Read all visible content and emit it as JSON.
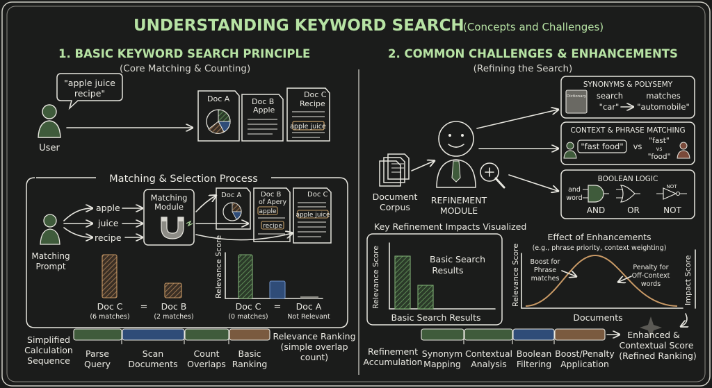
{
  "title": "UNDERSTANDING KEYWORD SEARCH",
  "title_sub": "(Concepts and Challenges)",
  "left": {
    "heading": "1. BASIC KEYWORD SEARCH PRINCIPLE",
    "subheading": "(Core Matching & Counting)",
    "user_label": "User",
    "query_line1": "\"apple juice",
    "query_line2": "recipe\"",
    "doc_a": "Doc A",
    "doc_b": "Doc B",
    "doc_b_sub": "Apple",
    "doc_c": "Doc C",
    "doc_c_sub": "Recipe",
    "doc_c_highlight": "apple juice",
    "process_title": "Matching & Selection Process",
    "tokens": [
      "apple",
      "juice",
      "recipe"
    ],
    "prompt_line1": "Matching",
    "prompt_line2": "Prompt",
    "module_line1": "Matching",
    "module_line2": "Module",
    "mini_doc_a": "Doc A",
    "mini_doc_b": "Doc B",
    "mini_doc_b_sub": "of Apery",
    "mini_doc_b_tag1": "apple",
    "mini_doc_b_tag2": "recipe",
    "mini_doc_c": "Doc C",
    "mini_doc_c_tag": "apple juice",
    "compare1_left": "Doc C",
    "compare1_left_sub": "(6 matches)",
    "compare1_right": "Doc B",
    "compare1_right_sub": "(2 matches)",
    "equals": "=",
    "relevance_axis": "Relevance Score",
    "compare2_left": "Doc C",
    "compare2_left_sub": "(0 matches)",
    "compare2_right": "Doc A",
    "compare2_right_sub": "Not Relevant",
    "seq_label_line1": "Simplified",
    "seq_label_line2": "Calculation",
    "seq_label_line3": "Sequence",
    "steps": [
      {
        "line1": "Parse",
        "line2": "Query",
        "color": "#3f5b3b"
      },
      {
        "line1": "Scan",
        "line2": "Documents",
        "color": "#2f4c78"
      },
      {
        "line1": "Count",
        "line2": "Overlaps",
        "color": "#3f5b3b"
      },
      {
        "line1": "Basic",
        "line2": "Ranking",
        "color": "#7a5a3f"
      }
    ],
    "ranking_line1": "Relevance Ranking",
    "ranking_line2": "(simple overlap",
    "ranking_line3": "count)"
  },
  "right": {
    "heading": "2. COMMON CHALLENGES & ENHANCEMENTS",
    "subheading": "(Refining the Search)",
    "corpus_line1": "Document",
    "corpus_line2": "Corpus",
    "module_line1": "REFINEMENT",
    "module_line2": "MODULE",
    "syn_title": "SYNONYMS & POLYSEMY",
    "syn_book": "Dictionary",
    "syn_search": "search",
    "syn_car": "\"car\"",
    "syn_matches": "matches",
    "syn_auto": "\"automobile\"",
    "ctx_title": "CONTEXT & PHRASE MATCHING",
    "ctx_phrase": "\"fast food\"",
    "ctx_vs": "vs",
    "ctx_fast": "\"fast\"",
    "ctx_vs2": "vs",
    "ctx_food": "\"food\"",
    "bool_title": "BOOLEAN LOGIC",
    "bool_and_word": "and",
    "bool_word": "word",
    "bool_not_small": "NOT",
    "bool_gates": [
      "AND",
      "OR",
      "NOT"
    ],
    "impacts_title": "Key Refinement Impacts Visualized",
    "basic_axis": "Relevance Score",
    "basic_title_line1": "Basic Search",
    "basic_title_line2": "Results",
    "basic_xlabel": "Basic Search Results",
    "eff_title": "Effect of Enhancements",
    "eff_sub": "(e.g., phrase priority, context weighting)",
    "eff_yaxis": "Relevance Score",
    "eff_boost_line1": "Boost for",
    "eff_boost_line2": "Phrase",
    "eff_boost_line3": "matches",
    "eff_penalty_line1": "Penalty for",
    "eff_penalty_line2": "Off-Context",
    "eff_penalty_line3": "words",
    "eff_xaxis": "Documents",
    "eff_right_axis": "Impact Score",
    "acc_label_line1": "Refinement",
    "acc_label_line2": "Accumulation",
    "steps": [
      {
        "line1": "Synonym",
        "line2": "Mapping",
        "color": "#3f5b3b"
      },
      {
        "line1": "Contextual",
        "line2": "Analysis",
        "color": "#3f5b3b"
      },
      {
        "line1": "Boolean",
        "line2": "Filtering",
        "color": "#2f4c78"
      },
      {
        "line1": "Boost/Penalty",
        "line2": "Application",
        "color": "#7a5a3f"
      }
    ],
    "final_line1": "Enhanced &",
    "final_line2": "Contextual Score",
    "final_line3": "(Refined Ranking)"
  },
  "colors": {
    "background": "#1b1c1b",
    "chalk": "#ecebe4",
    "title_green": "#b7e3a4",
    "green": "#3f5b3b",
    "blue": "#2f4c78",
    "orange": "#a07a4f"
  }
}
